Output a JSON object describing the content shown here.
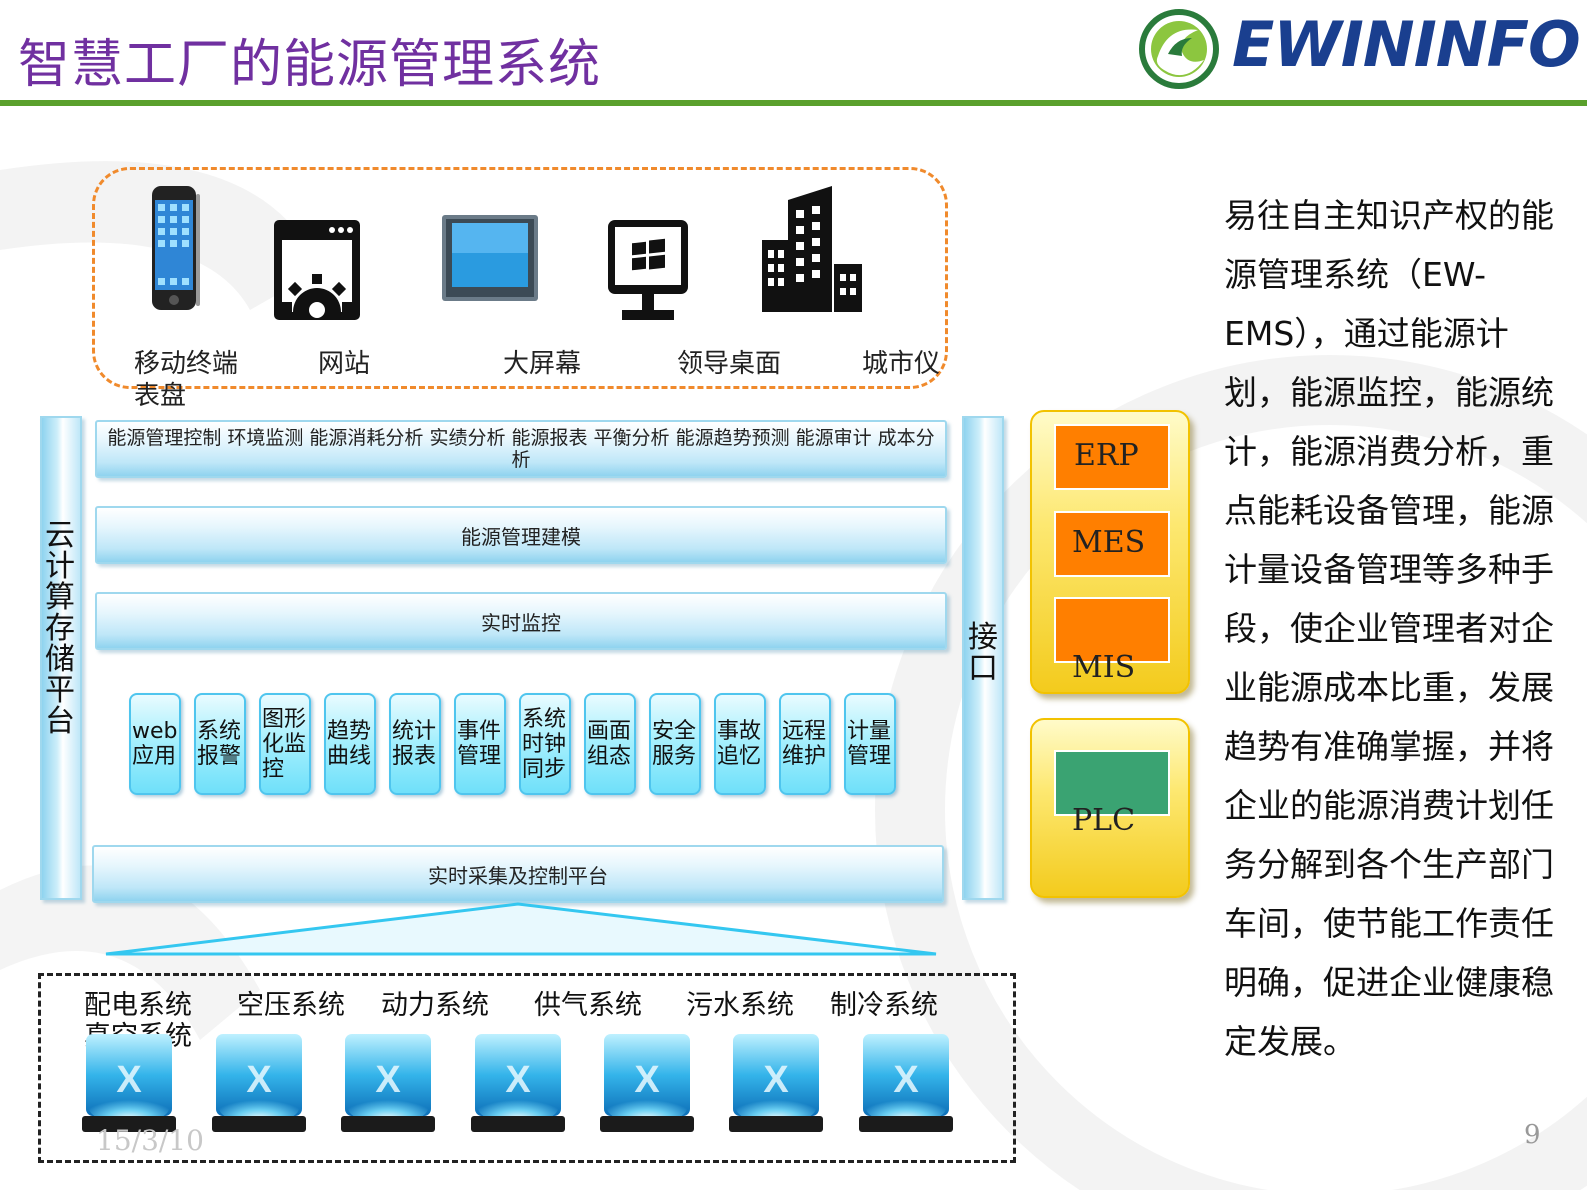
{
  "slide": {
    "title": "智慧工厂的能源管理系统",
    "logo_text": "EWININFO",
    "page_number": "9",
    "date": "15/3/10",
    "colors": {
      "title": "#7030a0",
      "rule": "#5aa02c",
      "logo": "#1a3f8f",
      "device_border": "#f08a2c"
    }
  },
  "devices": [
    {
      "label": "移动终端",
      "label2": "表盘",
      "icon": "smartphone-icon"
    },
    {
      "label": "网站",
      "icon": "website-gear-icon"
    },
    {
      "label": "大屏幕",
      "icon": "monitor-screen-icon"
    },
    {
      "label": "领导桌面",
      "icon": "windows-desktop-icon"
    },
    {
      "label": "城市仪",
      "icon": "city-buildings-icon"
    }
  ],
  "layers": {
    "top_bar": "能源管理控制 环境监测 能源消耗分析 实绩分析 能源报表 平衡分析 能源趋势预测 能源审计 成本分析",
    "modeling": "能源管理建模",
    "monitoring": "实时监控",
    "platform": "实时采集及控制平台",
    "left_vertical": "云计算存储平台",
    "right_vertical": "接口"
  },
  "modules": [
    "web应用",
    "系统报警",
    "图形化监控",
    "趋势曲线",
    "统计报表",
    "事件管理",
    "系统时钟同步",
    "画面组态",
    "安全服务",
    "事故追忆",
    "远程维护",
    "计量管理"
  ],
  "external_systems": [
    {
      "label": "ERP",
      "color": "#ff7f00"
    },
    {
      "label": "MES",
      "color": "#ff7f00"
    },
    {
      "label": "MIS",
      "color": "#ff7f00"
    },
    {
      "label": "PLC",
      "color": "#3aa372"
    }
  ],
  "bottom_systems": [
    "配电系统",
    "空压系统",
    "动力系统",
    "供气系统",
    "污水系统",
    "制冷系统"
  ],
  "bottom_systems_extra": "真空系统",
  "cube_glyph": "X",
  "description": "易往自主知识产权的能源管理系统（EW-EMS），通过能源计划，能源监控，能源统计，能源消费分析，重点能耗设备管理，能源计量设备管理等多种手段，使企业管理者对企业能源成本比重，发展趋势有准确掌握，并将企业的能源消费计划任务分解到各个生产部门车间，使节能工作责任明确，促进企业健康稳定发展。"
}
